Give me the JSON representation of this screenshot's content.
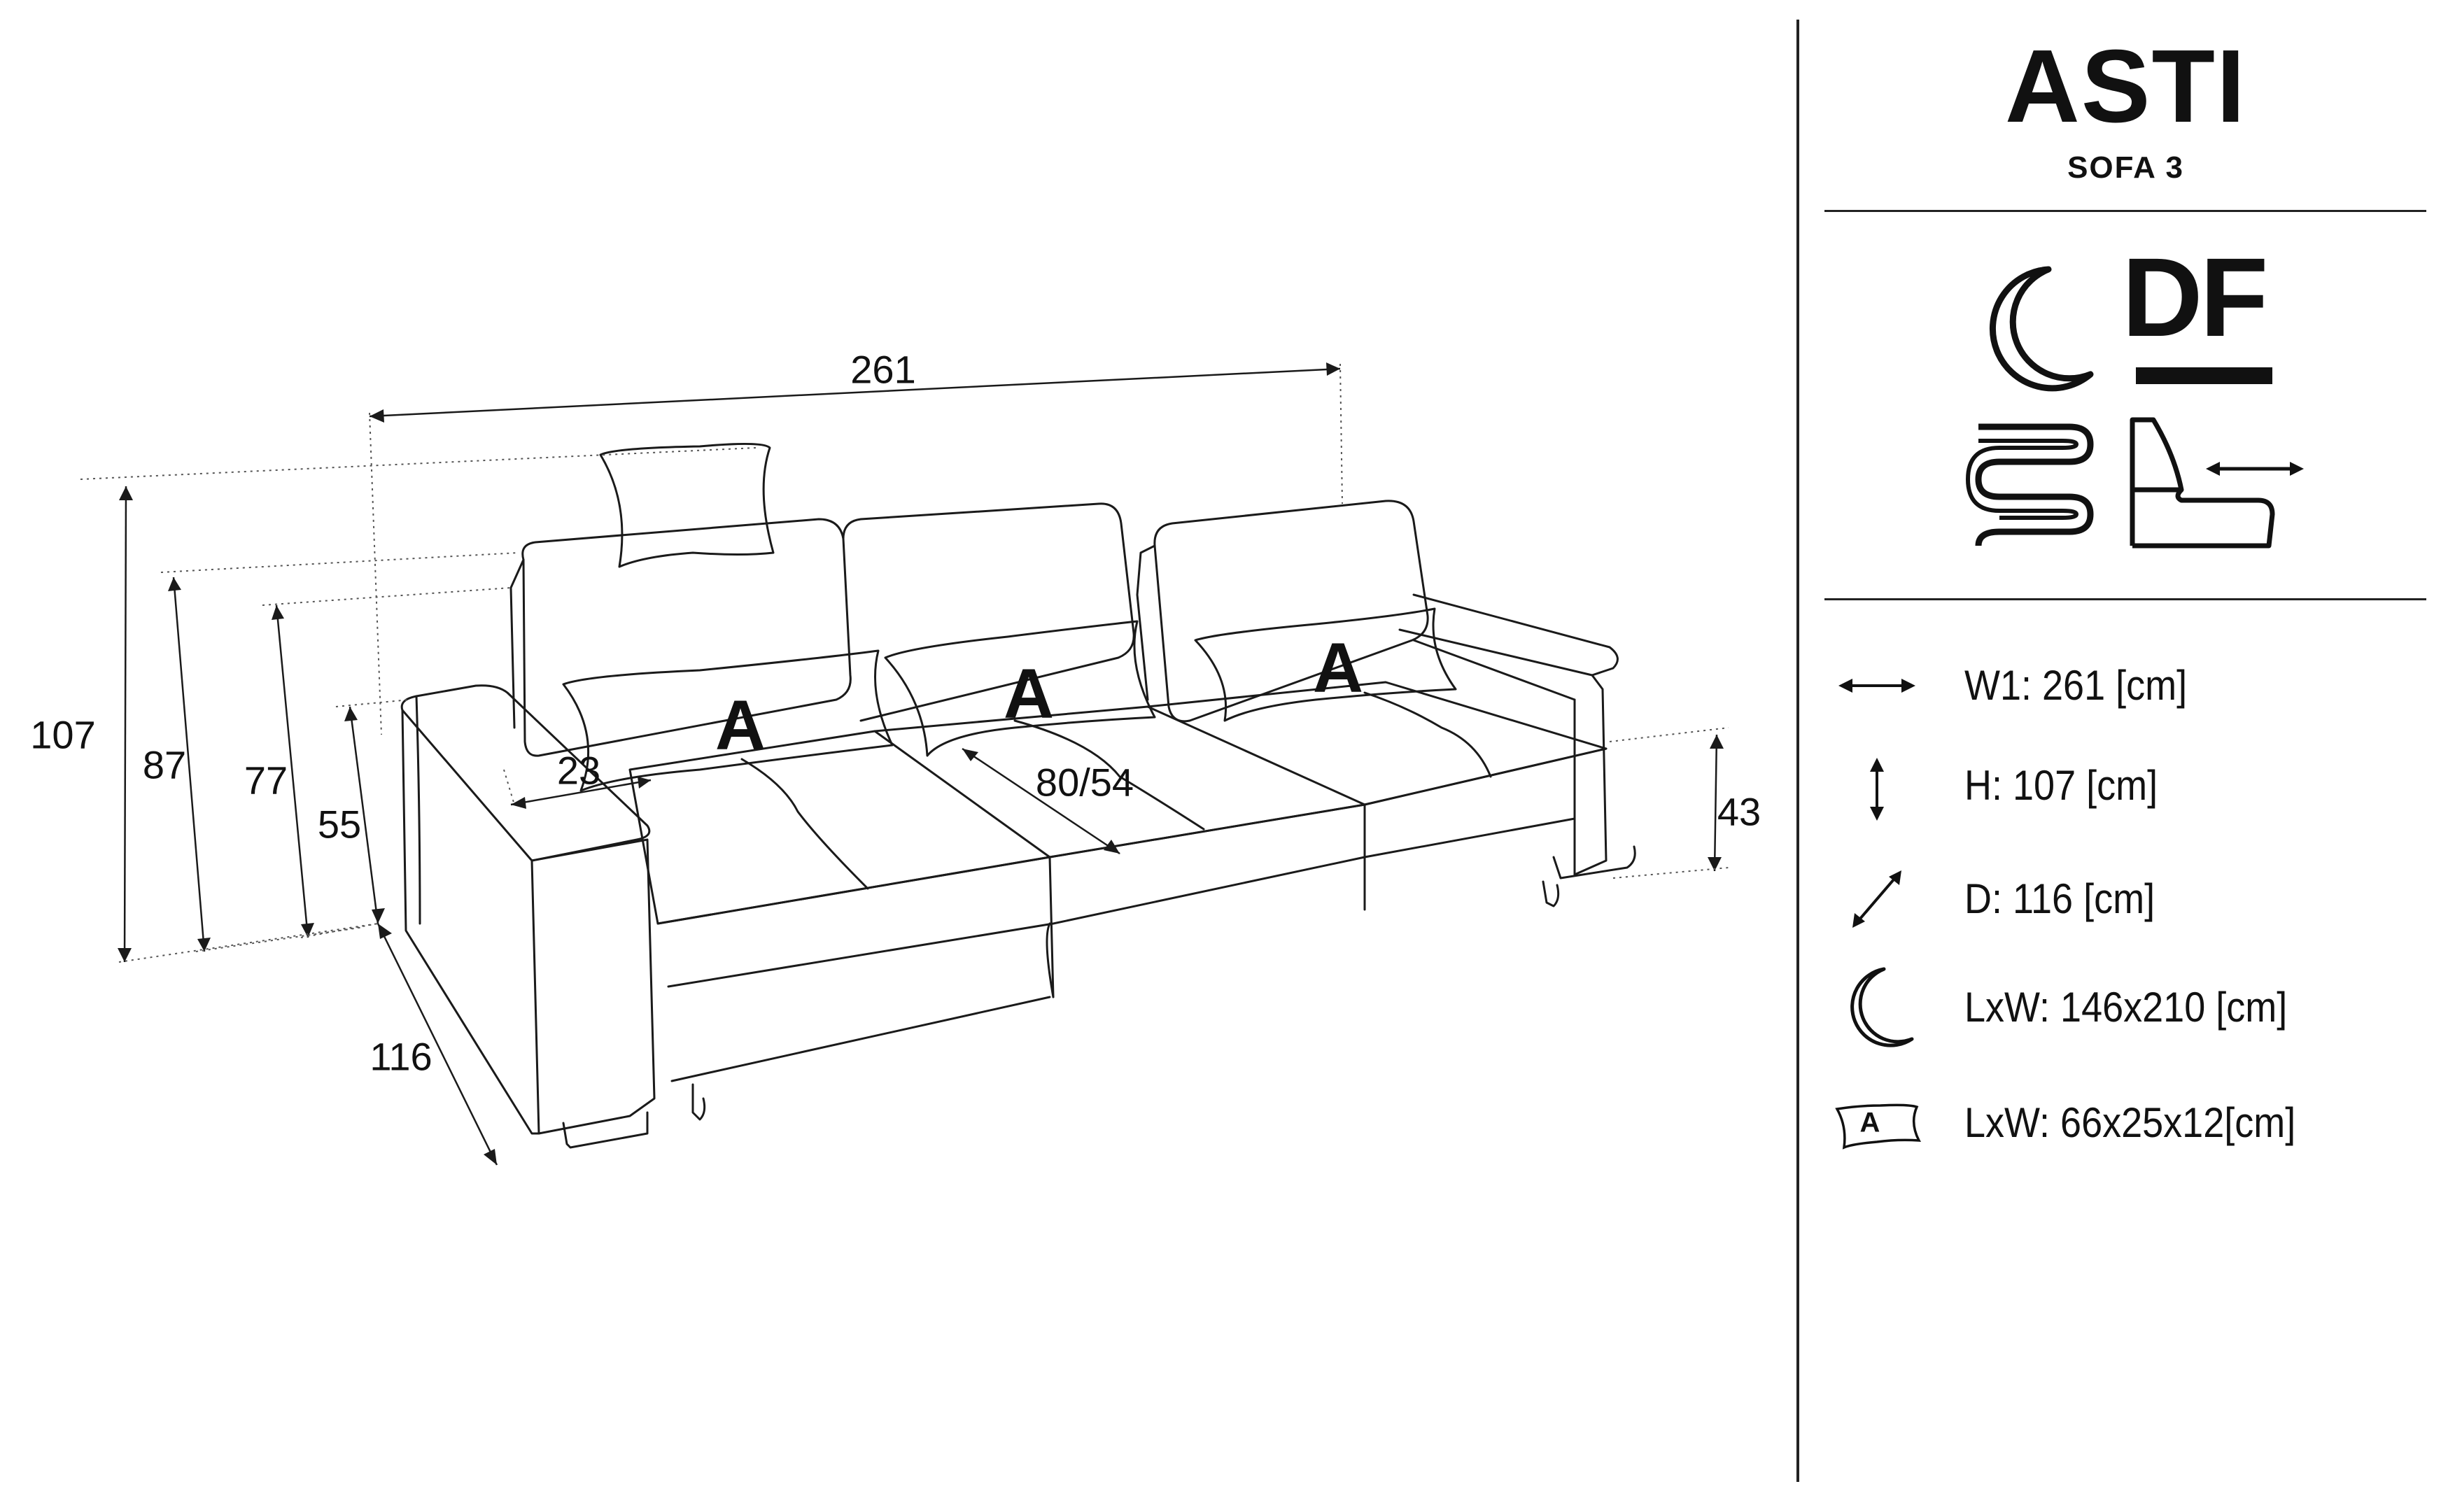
{
  "product": {
    "name": "ASTI",
    "model": "SOFA 3"
  },
  "features": {
    "df_label": "DF",
    "icons": [
      "sleep-function-icon",
      "df-mark-icon",
      "spring-icon",
      "slide-out-seat-icon"
    ]
  },
  "drawing": {
    "dimensions": {
      "width": "261",
      "height": "107",
      "height_back": "87",
      "height_back_low": "77",
      "height_arm": "55",
      "depth": "116",
      "arm_width": "23",
      "seat_depth": "80/54",
      "seat_height": "43"
    },
    "cushion_label": "A"
  },
  "specs": [
    {
      "icon": "horizontal-arrow-icon",
      "text": "W1: 261 [cm]"
    },
    {
      "icon": "vertical-arrow-icon",
      "text": "H: 107 [cm]"
    },
    {
      "icon": "diagonal-arrow-icon",
      "text": "D: 116 [cm]"
    },
    {
      "icon": "moon-icon",
      "text": "LxW: 146x210 [cm]"
    },
    {
      "icon": "cushion-a-icon",
      "cushion_letter": "A",
      "text": "LxW: 66x25x12[cm]"
    }
  ]
}
